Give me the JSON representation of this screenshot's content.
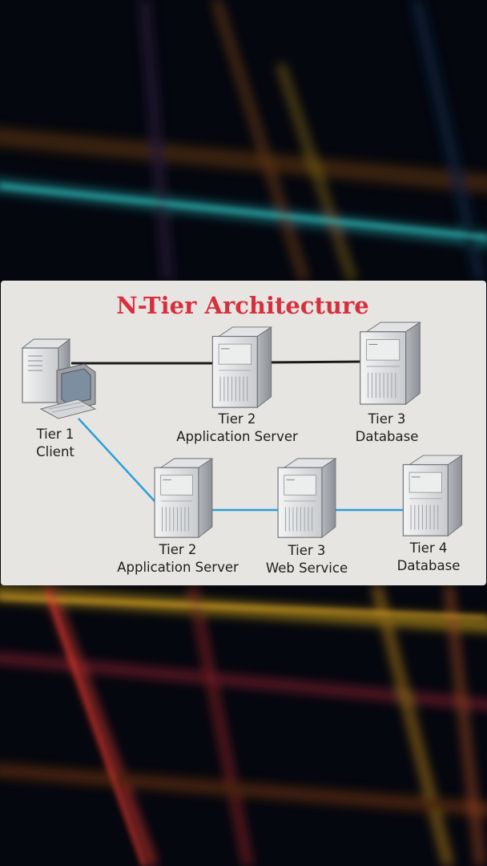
{
  "diagram": {
    "title": "N-Tier Architecture",
    "nodes": [
      {
        "id": "client",
        "tier": "Tier 1",
        "role": "Client",
        "icon": "desktop-computer-icon"
      },
      {
        "id": "app-server-top",
        "tier": "Tier 2",
        "role": "Application Server",
        "icon": "server-tower-icon"
      },
      {
        "id": "database-top",
        "tier": "Tier 3",
        "role": "Database",
        "icon": "server-tower-icon"
      },
      {
        "id": "app-server-bottom",
        "tier": "Tier 2",
        "role": "Application Server",
        "icon": "server-tower-icon"
      },
      {
        "id": "web-service",
        "tier": "Tier 3",
        "role": "Web Service",
        "icon": "server-tower-icon"
      },
      {
        "id": "database-bottom",
        "tier": "Tier 4",
        "role": "Database",
        "icon": "server-tower-icon"
      }
    ],
    "edges": [
      {
        "from": "client",
        "to": "app-server-top",
        "color": "#1a1a1a"
      },
      {
        "from": "app-server-top",
        "to": "database-top",
        "color": "#1a1a1a"
      },
      {
        "from": "client",
        "to": "app-server-bottom",
        "color": "#2a9fd8"
      },
      {
        "from": "app-server-bottom",
        "to": "web-service",
        "color": "#2a9fd8"
      },
      {
        "from": "web-service",
        "to": "database-bottom",
        "color": "#2a9fd8"
      }
    ]
  },
  "colors": {
    "title": "#d62f3d",
    "card_background": "#e7e5e1",
    "tier_link_black": "#1a1a1a",
    "tier_link_blue": "#2a9fd8"
  }
}
